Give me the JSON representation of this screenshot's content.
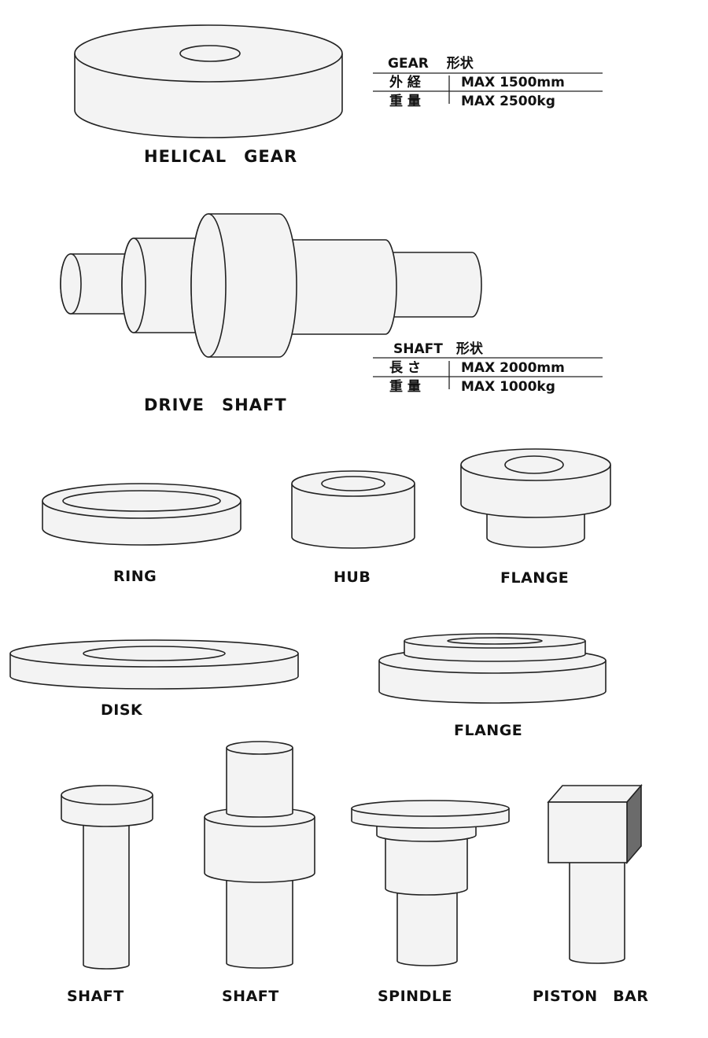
{
  "labels": {
    "helical_gear": "HELICAL　GEAR",
    "drive_shaft": "DRIVE　SHAFT",
    "ring": "RING",
    "hub": "HUB",
    "flange_1": "FLANGE",
    "disk": "DISK",
    "flange_2": "FLANGE",
    "shaft_1": "SHAFT",
    "shaft_2": "SHAFT",
    "spindle": "SPINDLE",
    "piston_bar": "PISTON　BAR"
  },
  "gear_spec": {
    "title": "GEAR　 形状",
    "rows": [
      {
        "key": "外 経",
        "value": "MAX 1500mm"
      },
      {
        "key": "重 量",
        "value": "MAX 2500kg"
      }
    ]
  },
  "shaft_spec": {
    "title": "SHAFT　形状",
    "rows": [
      {
        "key": "長 さ",
        "value": "MAX 2000mm"
      },
      {
        "key": "重 量",
        "value": "MAX 1000kg"
      }
    ]
  }
}
